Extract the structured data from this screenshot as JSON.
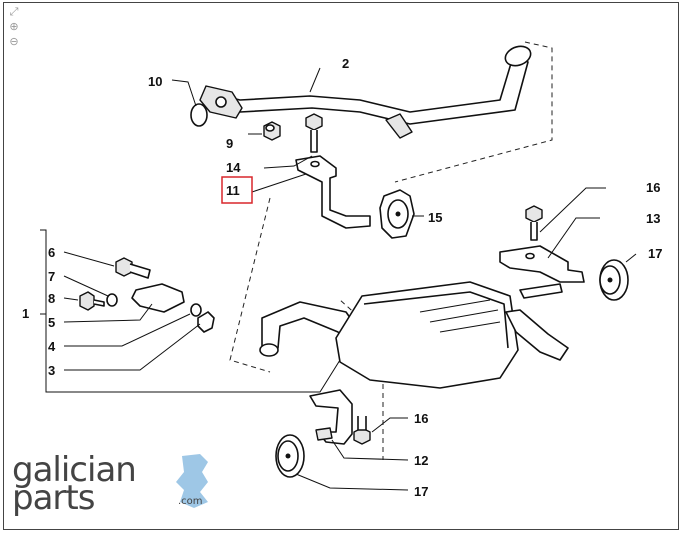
{
  "toolbar": {
    "items": [
      {
        "name": "fit-icon",
        "glyph": "⤢"
      },
      {
        "name": "zoom-in-icon",
        "glyph": "⊕"
      },
      {
        "name": "zoom-out-icon",
        "glyph": "⊖"
      }
    ]
  },
  "callouts": {
    "c1": "1",
    "c2": "2",
    "c3": "3",
    "c4": "4",
    "c5": "5",
    "c6": "6",
    "c7": "7",
    "c8": "8",
    "c9": "9",
    "c10": "10",
    "c11": "11",
    "c12": "12",
    "c14": "14",
    "c15": "15",
    "c16a": "16",
    "c16b": "16",
    "c17a": "17",
    "c17b": "17",
    "c13": "13"
  },
  "selected_callout": "11",
  "highlight_color": "#d9262b",
  "brand_color": "#3b3b3b",
  "brand_accent": "#9ec7e6",
  "logo": {
    "line1": "galician",
    "line2": "parts",
    "suffix": ".com"
  }
}
